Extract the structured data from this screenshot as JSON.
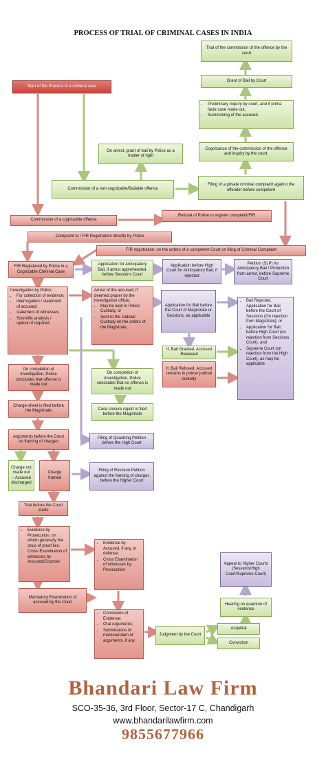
{
  "title": "PROCESS OF TRIAL OF CRIMINAL CASES IN INDIA",
  "boxes": {
    "trial_commission": "Trial of the commission of the offence by the court",
    "grant_bail_court": "Grant of Bail by Court",
    "prelim_1": "Preliminary Inquiry by court, and if prima facie case made out,",
    "prelim_2": "Summoning of the accused.",
    "cognizance": "Cognizance of the commission of the offence and inquiry by the court.",
    "start": "Start of the Process in a criminal case",
    "arrest_bail": "On arrest, grant of bail by Police as a matter of right",
    "non_cognizable": "Commission of a non-cognizable/Bailable offence",
    "private_complaint": "Filing of a private criminal complaint against the offender before competent",
    "refusal": "Refusal of Police to register complaint/FIR",
    "cognizable": "Commission of a cognizable offence",
    "complaint_police": "Complaint to / FIR Registration directly by Police",
    "fir_court": "FIR registration: on the orders of a competent Court on filing of Criminal Complaint",
    "fir_registered": "FIR Registered by Police in a Cognizable Criminal Case",
    "anticipatory": "Application for Anticipatory Bail, if arrest apprehended, before Sessions Court",
    "hc_anticipatory": "Application before High Court for Anticipatory Bail, if rejected",
    "slp": "Petition (SLP) for Anticipatory Bail / Protection from arrest, before Supreme Court",
    "investigation_title": "Investigation by Police",
    "inv_items": [
      "For collection of evidence;",
      "Interrogation / statement of accused;",
      "statement of witnesses;",
      "Scientific analysis / opinion if required"
    ],
    "arrest_title": "Arrest of the accused, if deemed proper by the investigation officer.",
    "arrest_items": [
      "May be kept in Police Custody, or",
      "Sent to the Judicial Custody on the orders of the Magistrate"
    ],
    "bail_application": "Application for Bail before the Court of Magistrate or Sessions, as applicable",
    "bail_items": [
      "Bail Rejected. Application for Bail before the Court of Sessions (On rejection from Magistrate), or",
      "Application for Bail, before High Court (on rejection from Sessions Court), and",
      "Supreme Court (on rejection from the High Court), as may be applicable"
    ],
    "bail_granted": "If, Bail Granted, Accused Released",
    "bail_refused": "If, Bail Refused, Accused remains in police/ judicial custody",
    "completion_offence": "On completion of Investigation, Police concludes that offence is made out",
    "completion_no_offence": "On completion of Investigation, Police concludes that no offence is made out",
    "chargesheet": "Charge-sheet is filed before the Magistrate",
    "closure": "Case closure report is filed before the Magistrate",
    "arguments": "Arguments before the Court on framing of charges",
    "quashing": "Filing of Quashing Petition before the High Court",
    "charge_not_made": "Charge not made out – Accused discharged",
    "charge_framed": "Charge framed",
    "revision": "Filing of Revision Petition against the framing of charges before the Higher Court",
    "trial_starts": "Trial before the Court starts",
    "prosecution_items": [
      "Evidence by Prosecution, on whom generally the onus of proof lies.",
      "Cross Examination of witnesses by Accused/Counsel"
    ],
    "accused_items": [
      "Evidence by Accused, if any, in defense.",
      "Cross Examination of witnesses by Prosecution"
    ],
    "appeal": "Appeal to Higher Courts (Sessions/High Court/Supreme Court)",
    "mandatory": "Mandatory Examination of accused by the Court",
    "hearing": "Hearing on quantum of sentence",
    "conclusion_items": [
      "Conclusion of Evidence;",
      "Oral Arguments;",
      "Submissions of memorandum of arguments, if any"
    ],
    "judgment": "Judgment by the Court",
    "acquittal": "Acquittal",
    "conviction": "Conviction"
  },
  "footer": {
    "firm": "Bhandari Law Firm",
    "address": "SCO-35-36, 3rd Floor, Sector-17 C, Chandigarh",
    "website": "www.bhandarilawfirm.com",
    "phone": "9855677966"
  },
  "colors": {
    "green": "#d9eabd",
    "red": "#e8a49c",
    "purple": "#d6cce6",
    "header_red": "#c9463e",
    "brand": "#b5603a"
  }
}
